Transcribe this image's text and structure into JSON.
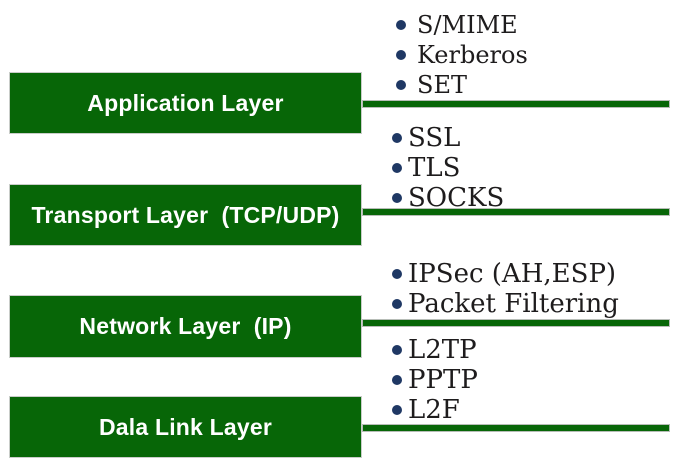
{
  "colors": {
    "layer_box_green": "#076607",
    "connector_green": "#076607",
    "bullet_navy": "#1f3864",
    "protocol_text": "#1e1c1d",
    "layer_label_text": "#ffffff",
    "background": "#ffffff"
  },
  "layers": [
    {
      "label": "Application Layer",
      "protocols": [
        "S/MIME",
        "Kerberos",
        "SET"
      ]
    },
    {
      "label": "Transport Layer  (TCP/UDP)",
      "protocols": [
        "SSL",
        "TLS",
        "SOCKS"
      ]
    },
    {
      "label": "Network Layer  (IP)",
      "protocols": [
        "IPSec (AH,ESP)",
        "Packet Filtering"
      ]
    },
    {
      "label": "Dala Link Layer",
      "protocols": [
        "L2TP",
        "PPTP",
        "L2F"
      ]
    }
  ]
}
